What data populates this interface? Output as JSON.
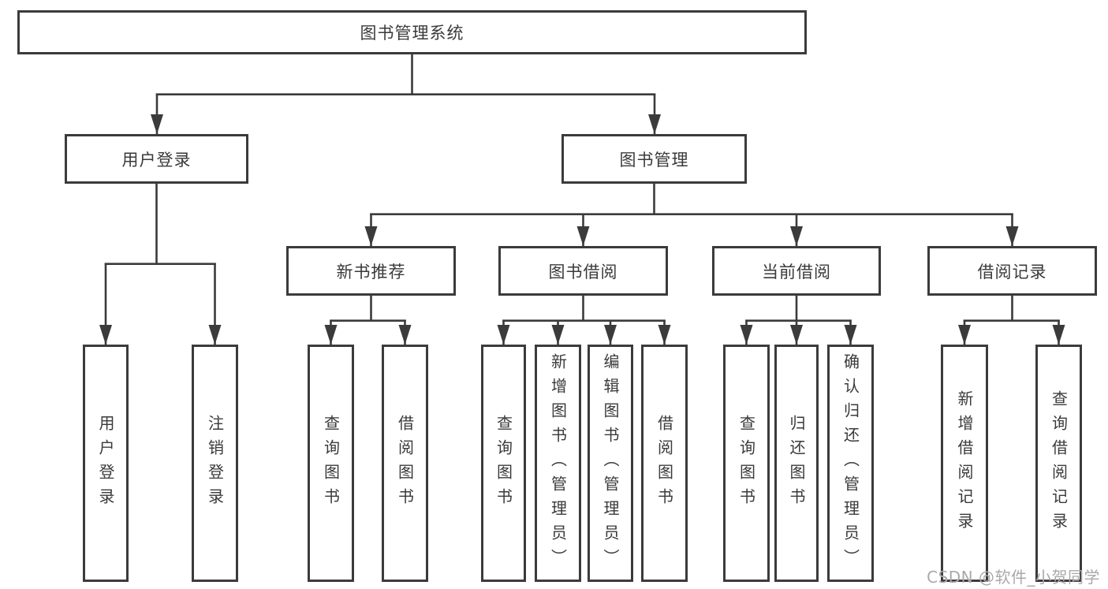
{
  "tree": {
    "root": "图书管理系统",
    "branches": {
      "user_login": {
        "label": "用户登录",
        "children": [
          "用户登录",
          "注销登录"
        ]
      },
      "book_management": {
        "label": "图书管理",
        "sections": {
          "new_book_recommend": {
            "label": "新书推荐",
            "children": [
              "查询图书",
              "借阅图书"
            ]
          },
          "book_borrow": {
            "label": "图书借阅",
            "children": [
              "查询图书",
              "新增图书（管理员）",
              "编辑图书（管理员）",
              "借阅图书"
            ]
          },
          "current_borrow": {
            "label": "当前借阅",
            "children": [
              "查询图书",
              "归还图书",
              "确认归还（管理员）"
            ]
          },
          "borrow_record": {
            "label": "借阅记录",
            "children": [
              "新增借阅记录",
              "查询借阅记录"
            ]
          }
        }
      }
    }
  },
  "watermark": "CSDN @软件_小贺同学",
  "colors": {
    "line": "#3b3b3b",
    "text": "#3a3a3a",
    "watermark": "#a9a9a9",
    "background": "#ffffff"
  }
}
